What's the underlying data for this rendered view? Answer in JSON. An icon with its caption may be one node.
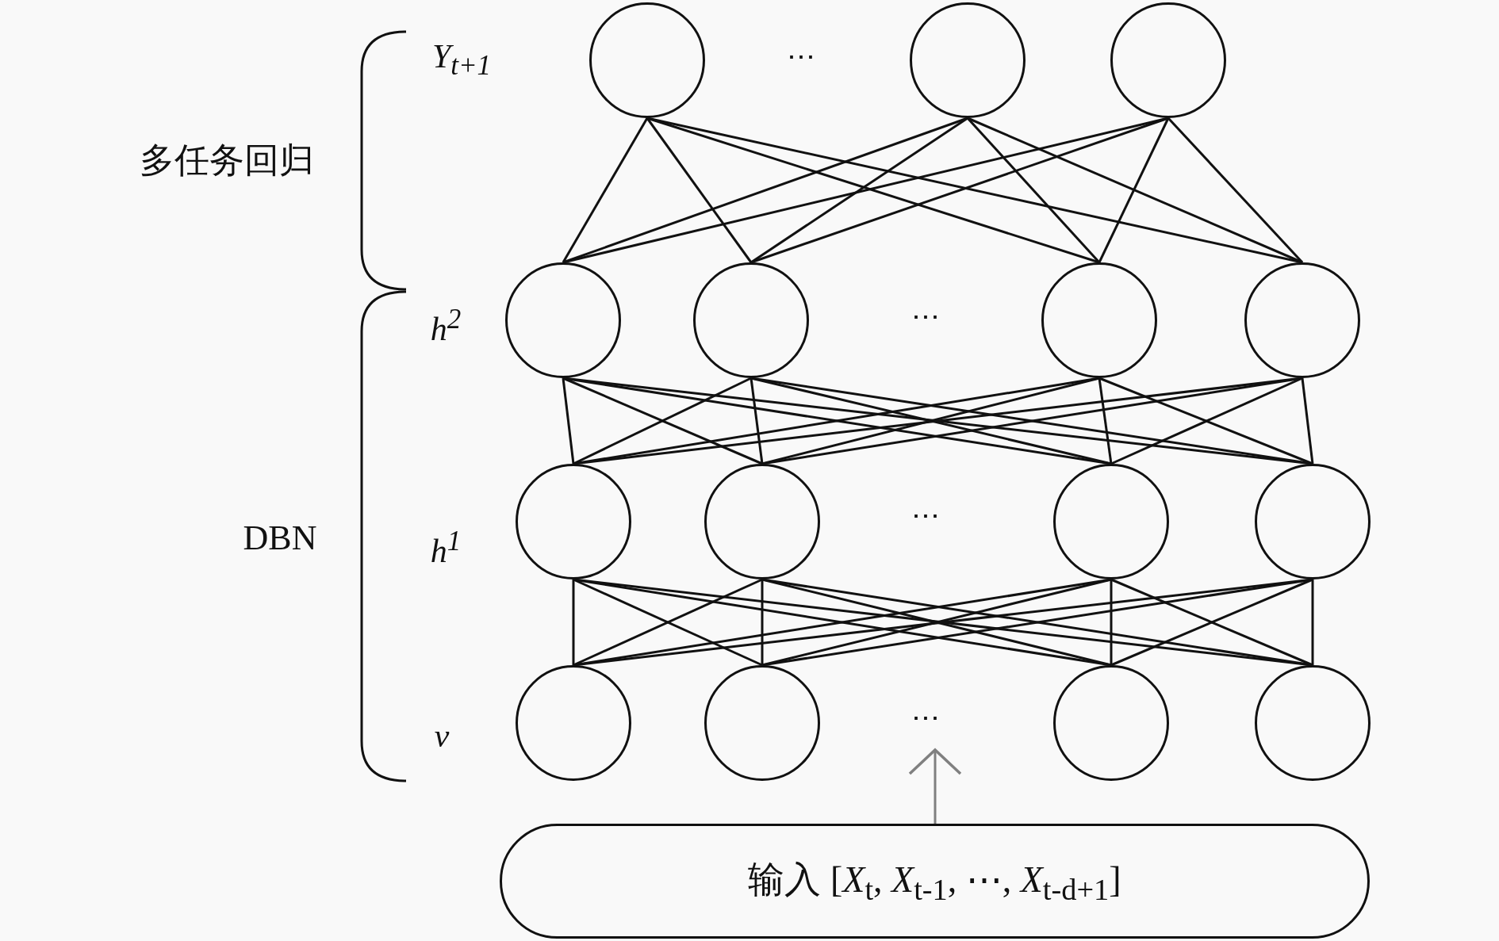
{
  "diagram": {
    "nodes": [
      {
        "text": [],
        "shape": "circle"
      },
      {
        "text": [],
        "shape": "circle"
      },
      {
        "text": [],
        "shape": "circle"
      },
      {
        "text": [],
        "shape": "circle"
      },
      {
        "text": [],
        "shape": "circle"
      },
      {
        "text": [],
        "shape": "circle"
      },
      {
        "text": [],
        "shape": "circle"
      },
      {
        "text": [],
        "shape": "circle"
      },
      {
        "text": [],
        "shape": "circle"
      },
      {
        "text": [],
        "shape": "circle"
      },
      {
        "text": [],
        "shape": "circle"
      },
      {
        "text": [],
        "shape": "circle"
      },
      {
        "text": [],
        "shape": "circle"
      },
      {
        "text": [],
        "shape": "circle"
      },
      {
        "text": [],
        "shape": "circle"
      },
      {
        "text": [
          "输入 [*X*$_{t}$, *X*$_{t-1}$, ⋯, *X*$_{t-d+1}$]"
        ]
      }
    ],
    "edges": [
      {
        "from": 0,
        "to": 3,
        "arrow": "none"
      },
      {
        "from": 0,
        "to": 4,
        "arrow": "none"
      },
      {
        "from": 0,
        "to": 5,
        "arrow": "none"
      },
      {
        "from": 0,
        "to": 6,
        "arrow": "none"
      },
      {
        "from": 1,
        "to": 3,
        "arrow": "none"
      },
      {
        "from": 1,
        "to": 4,
        "arrow": "none"
      },
      {
        "from": 1,
        "to": 5,
        "arrow": "none"
      },
      {
        "from": 1,
        "to": 6,
        "arrow": "none"
      },
      {
        "from": 2,
        "to": 3,
        "arrow": "none"
      },
      {
        "from": 2,
        "to": 4,
        "arrow": "none"
      },
      {
        "from": 2,
        "to": 5,
        "arrow": "none"
      },
      {
        "from": 2,
        "to": 6,
        "arrow": "none"
      },
      {
        "from": 3,
        "to": 7,
        "arrow": "none"
      },
      {
        "from": 3,
        "to": 8,
        "arrow": "none"
      },
      {
        "from": 3,
        "to": 9,
        "arrow": "none"
      },
      {
        "from": 3,
        "to": 10,
        "arrow": "none"
      },
      {
        "from": 4,
        "to": 7,
        "arrow": "none"
      },
      {
        "from": 4,
        "to": 8,
        "arrow": "none"
      },
      {
        "from": 4,
        "to": 9,
        "arrow": "none"
      },
      {
        "from": 4,
        "to": 10,
        "arrow": "none"
      },
      {
        "from": 5,
        "to": 7,
        "arrow": "none"
      },
      {
        "from": 5,
        "to": 8,
        "arrow": "none"
      },
      {
        "from": 5,
        "to": 9,
        "arrow": "none"
      },
      {
        "from": 5,
        "to": 10,
        "arrow": "none"
      },
      {
        "from": 6,
        "to": 7,
        "arrow": "none"
      },
      {
        "from": 6,
        "to": 8,
        "arrow": "none"
      },
      {
        "from": 6,
        "to": 9,
        "arrow": "none"
      },
      {
        "from": 6,
        "to": 10,
        "arrow": "none"
      },
      {
        "from": 7,
        "to": 11,
        "arrow": "none"
      },
      {
        "from": 7,
        "to": 12,
        "arrow": "none"
      },
      {
        "from": 7,
        "to": 13,
        "arrow": "none"
      },
      {
        "from": 7,
        "to": 14,
        "arrow": "none"
      },
      {
        "from": 8,
        "to": 11,
        "arrow": "none"
      },
      {
        "from": 8,
        "to": 12,
        "arrow": "none"
      },
      {
        "from": 8,
        "to": 13,
        "arrow": "none"
      },
      {
        "from": 8,
        "to": 14,
        "arrow": "none"
      },
      {
        "from": 9,
        "to": 11,
        "arrow": "none"
      },
      {
        "from": 9,
        "to": 12,
        "arrow": "none"
      },
      {
        "from": 9,
        "to": 13,
        "arrow": "none"
      },
      {
        "from": 9,
        "to": 14,
        "arrow": "none"
      },
      {
        "from": 10,
        "to": 11,
        "arrow": "none"
      },
      {
        "from": 10,
        "to": 12,
        "arrow": "none"
      },
      {
        "from": 10,
        "to": 13,
        "arrow": "none"
      },
      {
        "from": 10,
        "to": 14,
        "arrow": "none"
      },
      {
        "from": 15,
        "to": null,
        "arrow": "to",
        "color": "#808080"
      }
    ],
    "labels": [
      "Y$_{t+1}$",
      "⋯",
      "多任务回归",
      "h$^{2}$",
      "⋯",
      "⋯",
      "DBN",
      "h$^{1}$",
      "⋯",
      "v"
    ]
  }
}
